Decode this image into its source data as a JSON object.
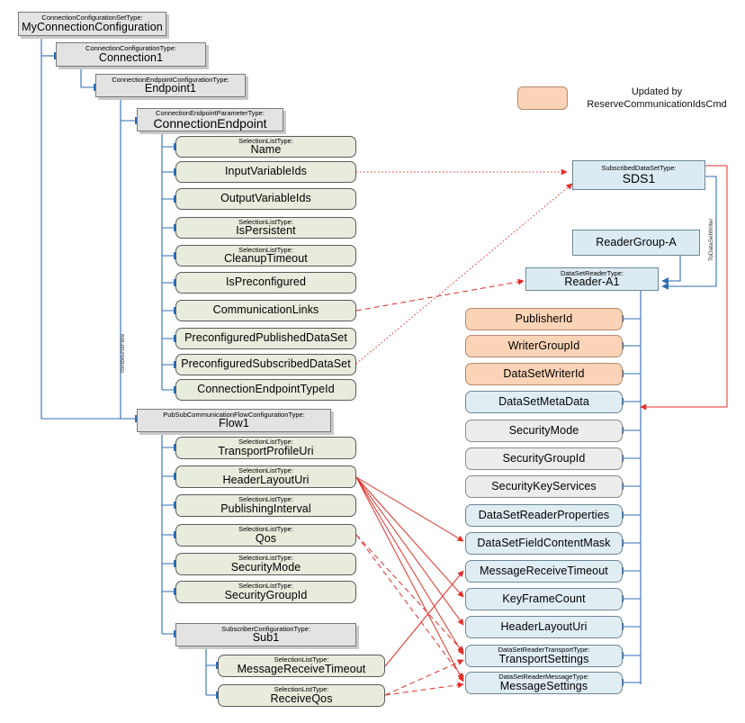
{
  "root": {
    "type": "ConnectionConfigurationSetType:",
    "name": "MyConnectionConfiguration"
  },
  "connection": {
    "type": "ConnectionConfigurationType:",
    "name": "Connection1"
  },
  "endpoint": {
    "type": "ConnectionEndpointConfigurationType:",
    "name": "Endpoint1"
  },
  "conn_endpoint": {
    "type": "ConnectionEndpointParameterType:",
    "name": "ConnectionEndpoint",
    "items": [
      {
        "type": "SelectionListType:",
        "name": "Name"
      },
      {
        "type": "",
        "name": "InputVariableIds"
      },
      {
        "type": "",
        "name": "OutputVariableIds"
      },
      {
        "type": "SelectionListType:",
        "name": "IsPersistent"
      },
      {
        "type": "SelectionListType:",
        "name": "CleanupTimeout"
      },
      {
        "type": "",
        "name": "IsPreconfigured"
      },
      {
        "type": "",
        "name": "CommunicationLinks"
      },
      {
        "type": "",
        "name": "PreconfiguredPublishedDataSet"
      },
      {
        "type": "",
        "name": "PreconfiguredSubscribedDataSet"
      },
      {
        "type": "",
        "name": "ConnectionEndpointTypeId"
      }
    ]
  },
  "flow": {
    "type": "PubSubCommunicationFlowConfigurationType:",
    "name": "Flow1",
    "items": [
      {
        "type": "SelectionListType:",
        "name": "TransportProfileUri"
      },
      {
        "type": "SelectionListType:",
        "name": "HeaderLayoutUri"
      },
      {
        "type": "SelectionListType:",
        "name": "PublishingInterval"
      },
      {
        "type": "SelectionListType:",
        "name": "Qos"
      },
      {
        "type": "SelectionListType:",
        "name": "SecurityMode"
      },
      {
        "type": "SelectionListType:",
        "name": "SecurityGroupId"
      }
    ]
  },
  "sub": {
    "type": "SubscriberConfigurationType:",
    "name": "Sub1",
    "items": [
      {
        "type": "SelectionListType:",
        "name": "MessageReceiveTimeout"
      },
      {
        "type": "SelectionListType:",
        "name": "ReceiveQos"
      }
    ]
  },
  "sds": {
    "type": "SubscribedDataSetType:",
    "name": "SDS1"
  },
  "reader_group": {
    "name": "ReaderGroup-A"
  },
  "reader": {
    "type": "DataSetReaderType:",
    "name": "Reader-A1",
    "items": [
      {
        "type": "",
        "name": "PublisherId",
        "style": "orange"
      },
      {
        "type": "",
        "name": "WriterGroupId",
        "style": "orange"
      },
      {
        "type": "",
        "name": "DataSetWriterId",
        "style": "orange"
      },
      {
        "type": "",
        "name": "DataSetMetaData",
        "style": "blue"
      },
      {
        "type": "",
        "name": "SecurityMode",
        "style": "grey"
      },
      {
        "type": "",
        "name": "SecurityGroupId",
        "style": "grey"
      },
      {
        "type": "",
        "name": "SecurityKeyServices",
        "style": "grey"
      },
      {
        "type": "",
        "name": "DataSetReaderProperties",
        "style": "blue"
      },
      {
        "type": "",
        "name": "DataSetFieldContentMask",
        "style": "blue"
      },
      {
        "type": "",
        "name": "MessageReceiveTimeout",
        "style": "blue"
      },
      {
        "type": "",
        "name": "KeyFrameCount",
        "style": "blue"
      },
      {
        "type": "",
        "name": "HeaderLayoutUri",
        "style": "blue"
      },
      {
        "type": "DataSetReaderTransportType:",
        "name": "TransportSettings",
        "style": "blue"
      },
      {
        "type": "DataSetReaderMessageType:",
        "name": "MessageSettings",
        "style": "blue"
      }
    ]
  },
  "labels": {
    "to_inbound_flow": "ToInboundFlow",
    "to_dataset_writer": "ToDataSetWriter"
  },
  "legend": {
    "line1": "Updated by",
    "line2": "ReserveCommunicationIdsCmd",
    "swatch_color": "#fbd3b6"
  },
  "colors": {
    "tree_line": "#2e6db4",
    "link_red": "#e0302a",
    "prop_fill": "#e7ecdc",
    "reader_fill": "#e0edf3"
  }
}
